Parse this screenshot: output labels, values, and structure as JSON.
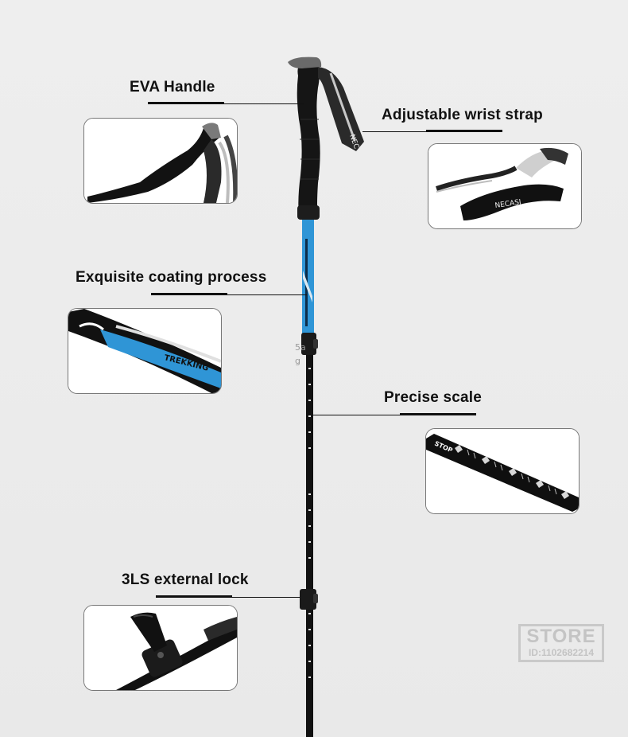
{
  "features": {
    "eva_handle": "EVA Handle",
    "wrist_strap": "Adjustable wrist strap",
    "coating": "Exquisite coating process",
    "scale": "Precise scale",
    "lock": "3LS external lock"
  },
  "product_text": {
    "shaft_brand": "TREKKING",
    "strap_brand": "NECASI",
    "scale_mark": "STOP"
  },
  "stray_text": {
    "line1": "5a",
    "line2": "g"
  },
  "watermark": {
    "title": "STORE",
    "id": "ID:1102682214"
  },
  "colors": {
    "background": "#ececec",
    "shaft_blue": "#2f95d6",
    "shaft_black": "#111111",
    "text": "#111111"
  }
}
